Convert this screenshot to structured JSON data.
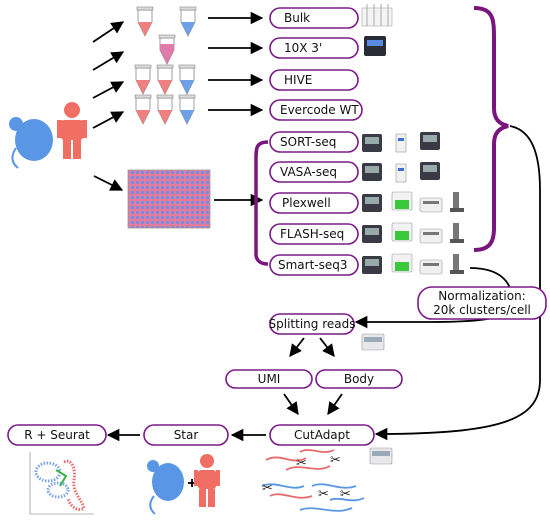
{
  "methods": [
    "Bulk",
    "10X 3'",
    "HIVE",
    "Evercode WT",
    "SORT-seq",
    "VASA-seq",
    "Plexwell",
    "FLASH-seq",
    "Smart-seq3"
  ],
  "normalization": [
    "Normalization:",
    "20k clusters/cell"
  ],
  "pipeline": {
    "splitting": "Splitting reads",
    "umi": "UMI",
    "body": "Body",
    "cutadapt": "CutAdapt",
    "star": "Star",
    "r_seurat": "R + Seurat"
  },
  "colors": {
    "bracket": "#7a157f",
    "pill_border": "#7a1a88",
    "sample_red": "#f08080",
    "sample_blue": "#6ea0e8",
    "human_red": "#f06e64",
    "mouse_blue": "#5a96e6"
  }
}
